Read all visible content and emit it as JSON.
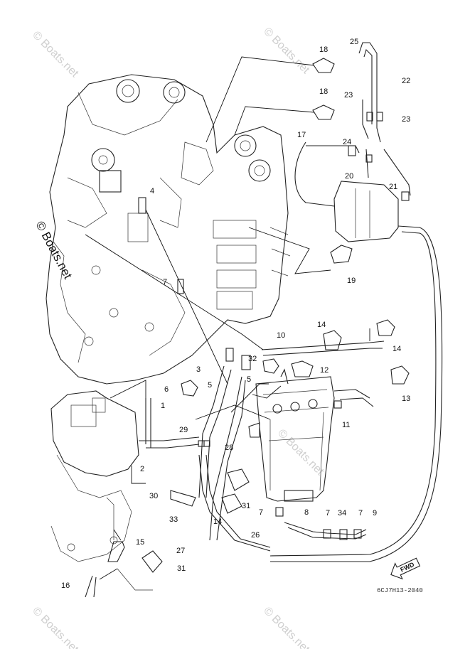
{
  "callouts": [
    {
      "label": "1"
    },
    {
      "label": "2"
    },
    {
      "label": "3"
    },
    {
      "label": "4"
    },
    {
      "label": "5"
    },
    {
      "label": "5"
    },
    {
      "label": "6"
    },
    {
      "label": "7"
    },
    {
      "label": "7"
    },
    {
      "label": "7"
    },
    {
      "label": "7"
    },
    {
      "label": "8"
    },
    {
      "label": "9"
    },
    {
      "label": "10"
    },
    {
      "label": "11"
    },
    {
      "label": "12"
    },
    {
      "label": "13"
    },
    {
      "label": "14"
    },
    {
      "label": "14"
    },
    {
      "label": "14"
    },
    {
      "label": "15"
    },
    {
      "label": "16"
    },
    {
      "label": "17"
    },
    {
      "label": "18"
    },
    {
      "label": "18"
    },
    {
      "label": "19"
    },
    {
      "label": "20"
    },
    {
      "label": "21"
    },
    {
      "label": "22"
    },
    {
      "label": "23"
    },
    {
      "label": "23"
    },
    {
      "label": "24"
    },
    {
      "label": "25"
    },
    {
      "label": "26"
    },
    {
      "label": "27"
    },
    {
      "label": "28"
    },
    {
      "label": "29"
    },
    {
      "label": "30"
    },
    {
      "label": "31"
    },
    {
      "label": "31"
    },
    {
      "label": "32"
    },
    {
      "label": "33"
    },
    {
      "label": "34"
    }
  ],
  "watermark": {
    "text": "© Boats.net",
    "side_text": "© Boats.net"
  },
  "fwd_label": "FWD",
  "drawing_code": "6CJ7H13-2040"
}
